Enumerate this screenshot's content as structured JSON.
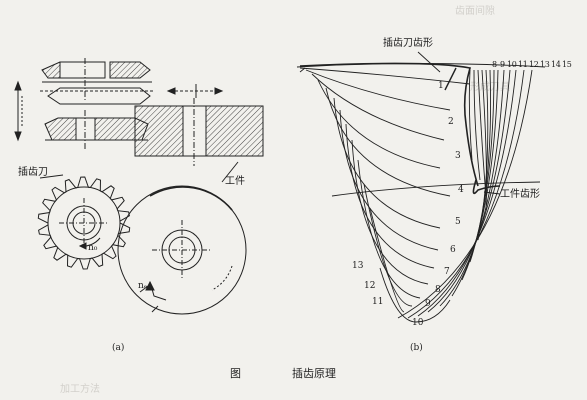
{
  "figure": {
    "label": "图",
    "title": "插齿原理"
  },
  "panel_a": {
    "sub_label": "(a)",
    "cutter_label": "插齿刀",
    "workpiece_label": "工件",
    "cutter_speed": "n₀",
    "work_speed": "nₑ"
  },
  "panel_b": {
    "sub_label": "(b)",
    "cutter_profile_label": "插齿刀齿形",
    "work_profile_label": "工件齿形",
    "position_numbers": [
      "1",
      "2",
      "3",
      "4",
      "5",
      "6",
      "7",
      "8",
      "9",
      "10",
      "11",
      "12",
      "13"
    ],
    "top_numbers": [
      "8",
      "9",
      "10",
      "11",
      "12",
      "13",
      "14",
      "15"
    ]
  },
  "colors": {
    "ink": "#222222",
    "paper": "#f2f1ed",
    "hatch": "#333333"
  }
}
